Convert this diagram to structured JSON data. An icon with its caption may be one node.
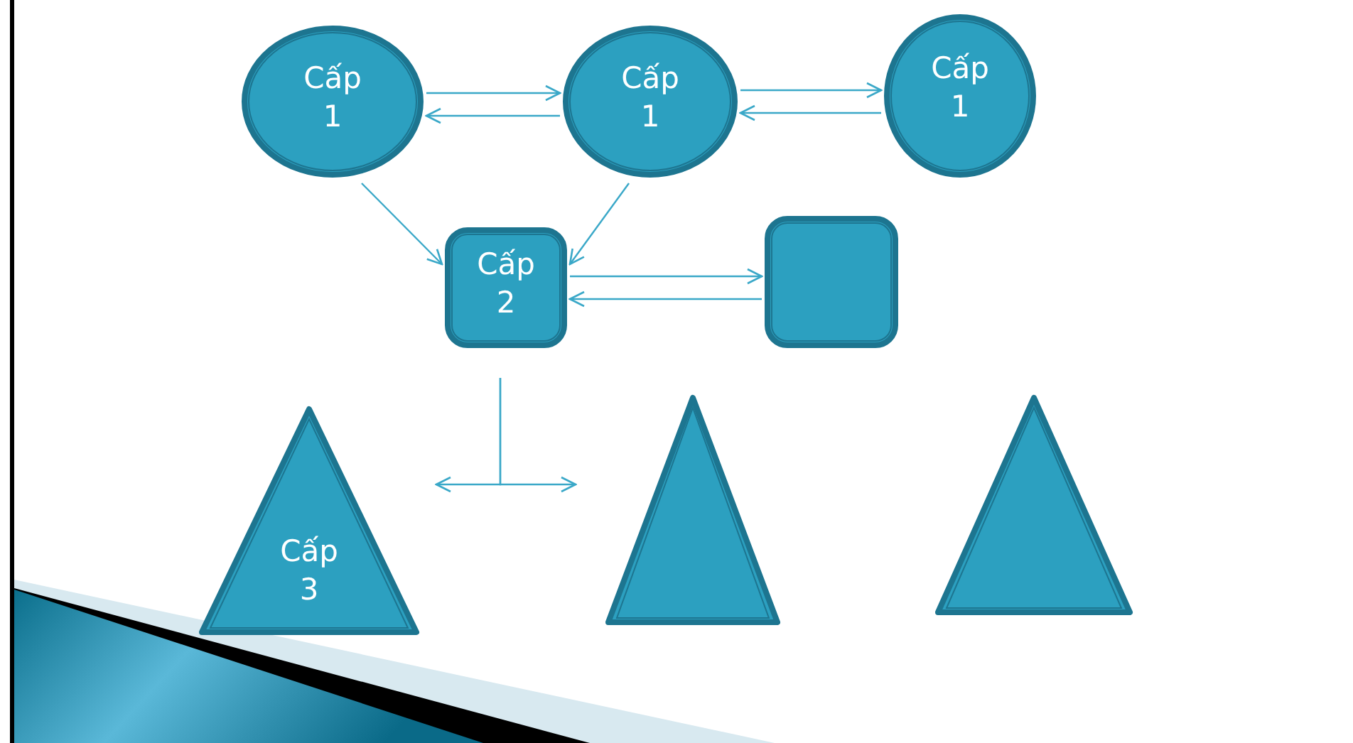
{
  "diagram": {
    "nodes": [
      {
        "text": [
          "Cấp 1"
        ]
      },
      {
        "text": [
          "Cấp 1"
        ]
      },
      {
        "text": [
          "Cấp 1"
        ]
      },
      {
        "text": [
          "Cấp 2"
        ]
      },
      {
        "text": [],
        "shape": "box"
      },
      {
        "text": [
          "Cấp 3"
        ]
      },
      {
        "text": [],
        "shape": "triangle"
      },
      {
        "text": [],
        "shape": "triangle"
      }
    ],
    "edges": [
      {
        "from": 0,
        "to": 1,
        "arrow": "to"
      },
      {
        "from": 1,
        "to": 0,
        "arrow": "to"
      },
      {
        "from": 1,
        "to": 2,
        "arrow": "to"
      },
      {
        "from": 2,
        "to": 1,
        "arrow": "to"
      },
      {
        "from": 0,
        "to": 3,
        "arrow": "to"
      },
      {
        "from": 1,
        "to": 3,
        "arrow": "to"
      },
      {
        "from": 3,
        "to": 4,
        "arrow": "to"
      },
      {
        "from": 4,
        "to": 3,
        "arrow": "to"
      },
      {
        "from": 3,
        "to": 5,
        "arrow": "to"
      },
      {
        "from": 3,
        "to": 6,
        "arrow": "to"
      }
    ]
  }
}
